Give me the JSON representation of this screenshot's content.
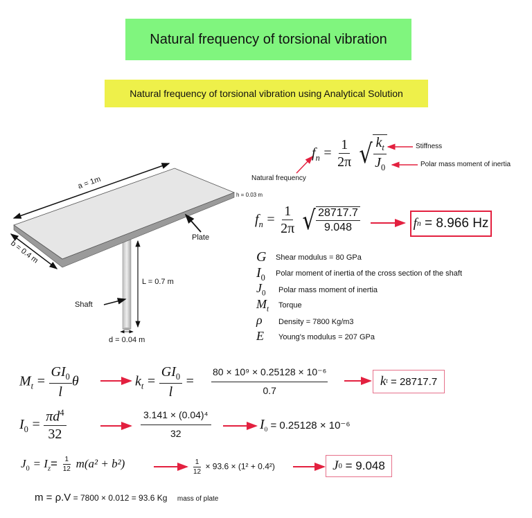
{
  "title": "Natural frequency of torsional vibration",
  "subtitle": "Natural frequency of torsional vibration using Analytical Solution",
  "colors": {
    "title_bg": "#80F57E",
    "subtitle_bg": "#EEF04A",
    "arrow": "#E3203F",
    "plate_top": "#E6E6E6",
    "plate_edge": "#9A9A9A"
  },
  "diagram": {
    "a_label": "a = 1m",
    "b_label": "b = 0.4 m",
    "h_label": "h = 0.03 m",
    "plate_label": "Plate",
    "length_label": "L = 0.7 m",
    "shaft_label": "Shaft",
    "diameter_label": "d = 0.04 m"
  },
  "formula_general": {
    "f": "f",
    "n": "n",
    "eq": "=",
    "one": "1",
    "two_pi": "2π",
    "k": "k",
    "t": "t",
    "J": "J",
    "zero": "0",
    "stiffness": "Stiffness",
    "polar_mass": "Polar mass moment of inertia",
    "natural_frequency": "Natural frequency"
  },
  "formula_numeric": {
    "numerator": "28717.7",
    "denominator": "9.048",
    "result_value": "= 8.966 Hz"
  },
  "symbols": [
    {
      "sym": "G",
      "sub": "",
      "text": "Shear modulus = 80 GPa"
    },
    {
      "sym": "I",
      "sub": "0",
      "text": "Polar moment of inertia of the cross section of the shaft"
    },
    {
      "sym": "J",
      "sub": "0",
      "text": "Polar mass moment of inertia"
    },
    {
      "sym": "M",
      "sub": "t",
      "text": "Torque"
    },
    {
      "sym": "ρ",
      "sub": "",
      "text": "Density = 7800 Kg/m3"
    },
    {
      "sym": "E",
      "sub": "",
      "text": "Young's modulus = 207 GPa"
    }
  ],
  "torque_row": {
    "M": "M",
    "t": "t",
    "GI": "GI",
    "zero": "0",
    "l": "l",
    "theta": "θ",
    "k": "k",
    "eq": "=",
    "numerator": "80 × 10⁹ × 0.25128 × 10⁻⁶",
    "denominator": "0.7",
    "result": "= 28717.7"
  },
  "inertia_row": {
    "I": "I",
    "zero": "0",
    "eq": "=",
    "pi_d": "πd",
    "four": "4",
    "thirty_two": "32",
    "numerator": "3.141 × (0.04)⁴",
    "denominator": "32",
    "result": "= 0.25128 × 10⁻⁶"
  },
  "mass_inertia_row": {
    "J": "J",
    "zero": "0",
    "eq_Iz": "= I",
    "z": "z",
    "eq": "=",
    "one": "1",
    "twelve": "12",
    "m_expr": "m(a² + b²)",
    "calc": "× 93.6 × (1² + 0.4²)",
    "result": "= 9.048"
  },
  "mass_row": {
    "m_eq": "m = ρ.V",
    "calc": " = 7800 × 0.012 = 93.6 Kg",
    "note": "mass of plate"
  }
}
